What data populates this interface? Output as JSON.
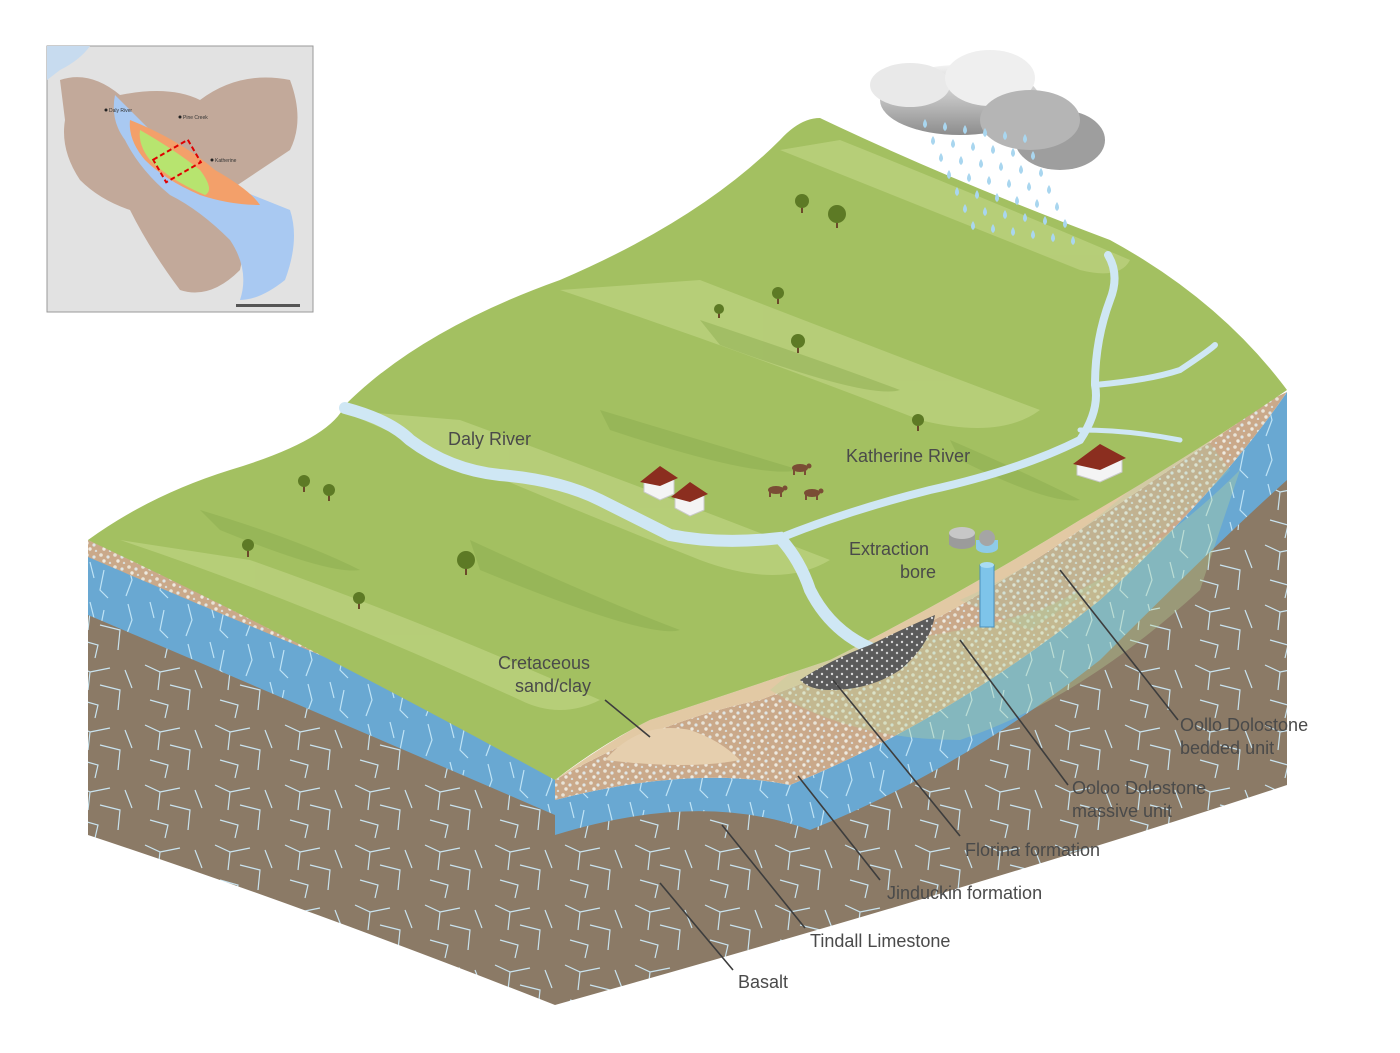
{
  "diagram": {
    "labels": {
      "daly_river": "Daly River",
      "katherine_river": "Katherine River",
      "extraction_bore_line1": "Extraction",
      "extraction_bore_line2": "bore",
      "cretaceous_line1": "Cretaceous",
      "cretaceous_line2": "sand/clay",
      "oollo_bedded_line1": "Oollo Dolostone",
      "oollo_bedded_line2": "bedded unit",
      "ooloo_massive_line1": "Ooloo Dolostone",
      "ooloo_massive_line2": "massive unit",
      "florina": "Florina formation",
      "jinduckin": "Jinduckin formation",
      "tindall": "Tindall Limestone",
      "basalt": "Basalt"
    },
    "inset_map": {
      "place_daly_river": "Daly River",
      "place_katherine": "Katherine",
      "place_pine_creek": "Pine Creek"
    },
    "colors": {
      "grass": "#9fbe5e",
      "grass_light": "#c3d587",
      "river": "#cfe7f4",
      "water_layer": "#6aaad4",
      "basalt": "#8a7966",
      "sand": "#e2c9a4",
      "gravel": "#c9ad8c"
    }
  }
}
